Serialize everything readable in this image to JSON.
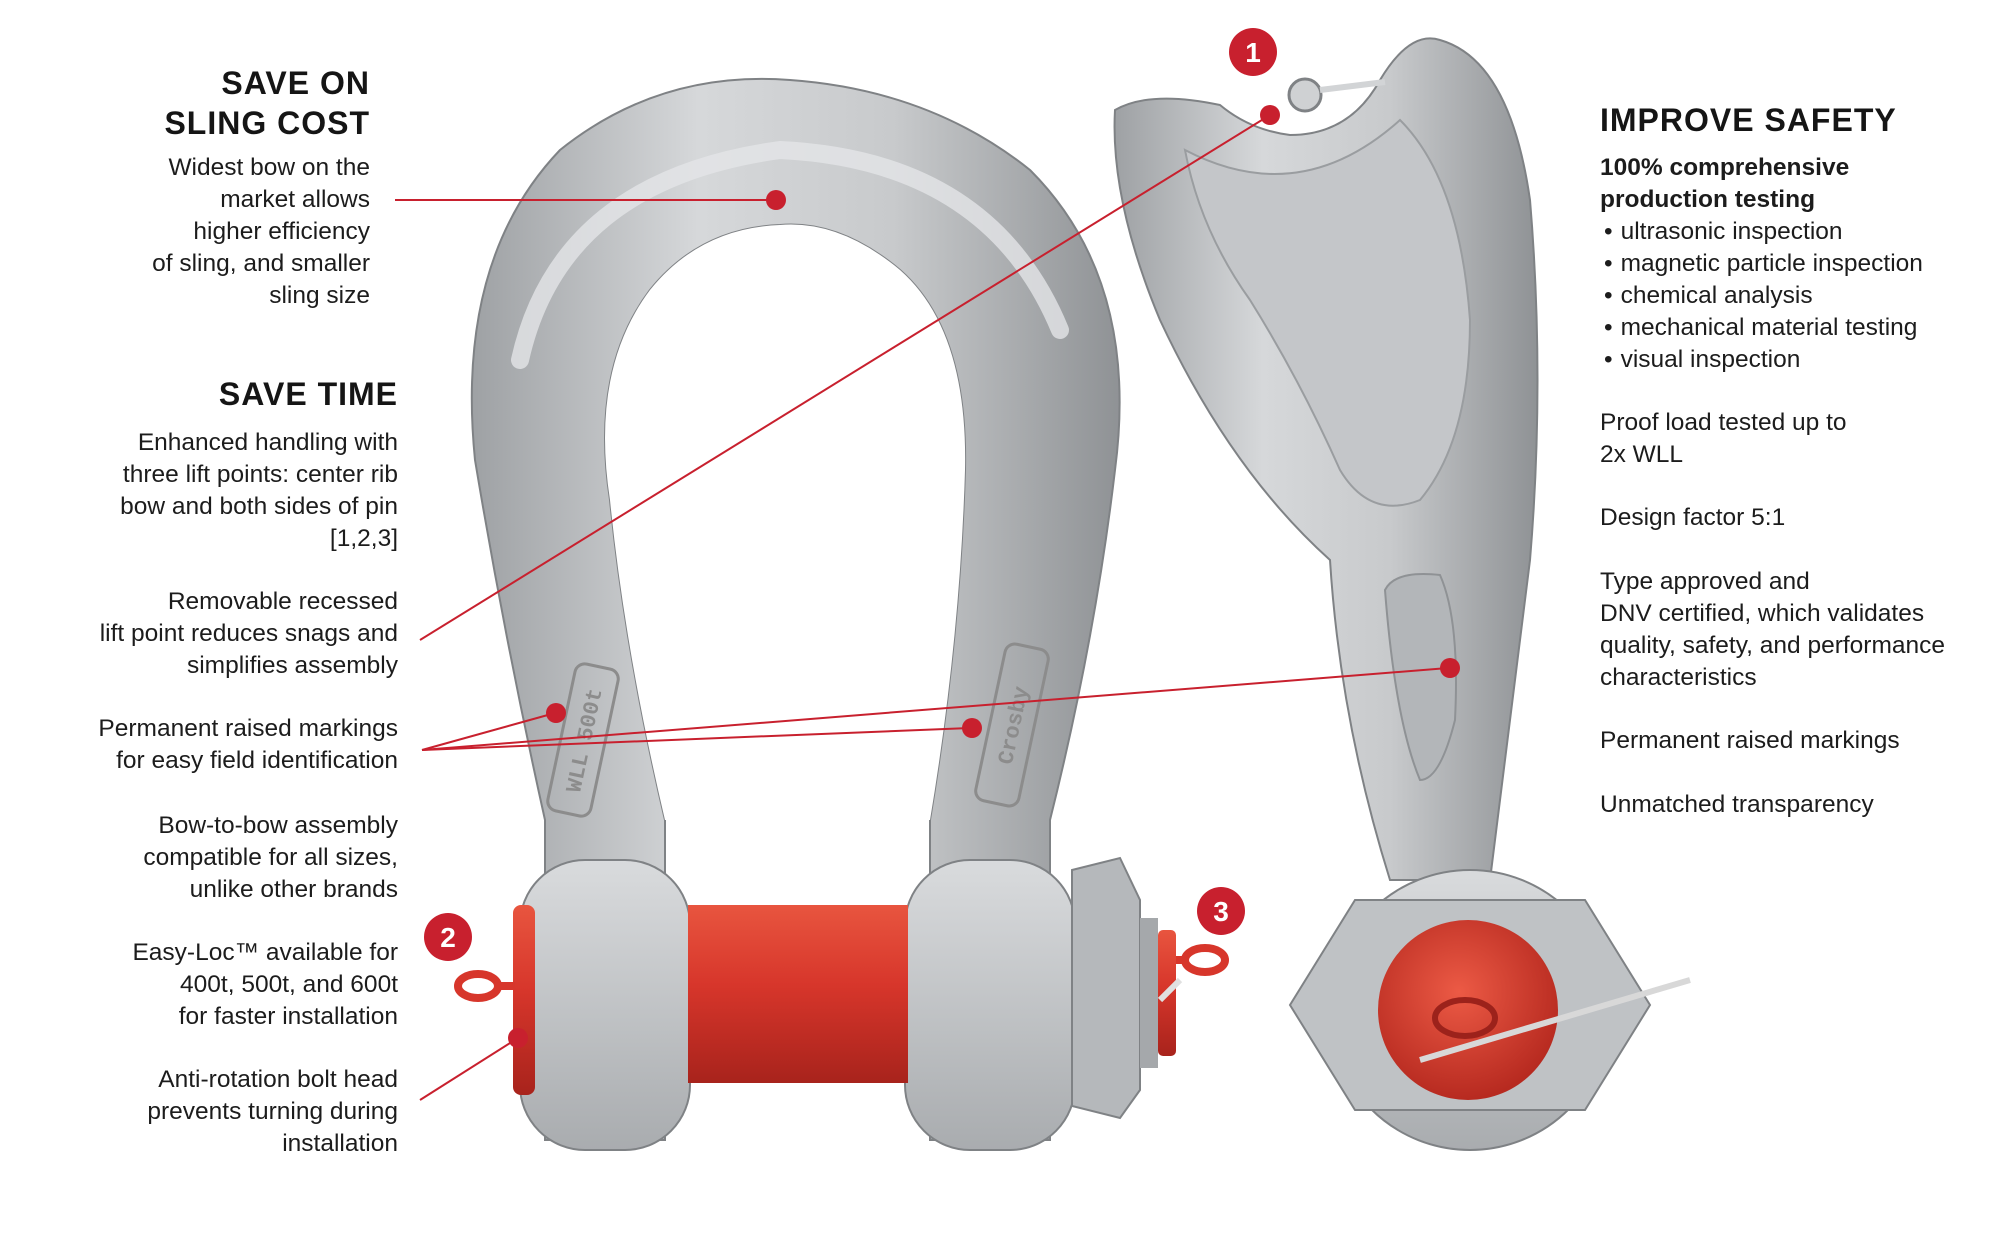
{
  "left_column": {
    "save_sling": {
      "heading_lines": [
        "SAVE ON",
        "SLING COST"
      ],
      "body_lines": [
        "Widest bow on the",
        "market allows",
        "higher efficiency",
        "of sling, and smaller",
        "sling size"
      ]
    },
    "save_time": {
      "heading": "SAVE TIME",
      "body_lines": [
        "Enhanced handling with",
        "three lift points: center rib",
        "bow and both sides of pin",
        "[1,2,3]"
      ]
    },
    "removable": {
      "body_lines": [
        "Removable recessed",
        "lift point reduces snags and",
        "simplifies assembly"
      ]
    },
    "markings": {
      "body_lines": [
        "Permanent raised markings",
        "for easy field identification"
      ]
    },
    "bow_to_bow": {
      "body_lines": [
        "Bow-to-bow assembly",
        "compatible for all sizes,",
        "unlike other brands"
      ]
    },
    "easy_loc": {
      "body_lines": [
        "Easy-Loc™ available for",
        "400t, 500t, and 600t",
        "for faster installation"
      ]
    },
    "anti_rotation": {
      "body_lines": [
        "Anti-rotation bolt head",
        "prevents turning during",
        "installation"
      ]
    }
  },
  "right_column": {
    "heading": "IMPROVE SAFETY",
    "strong_lines": [
      "100% comprehensive",
      "production testing"
    ],
    "bullets": [
      "ultrasonic inspection",
      "magnetic particle inspection",
      "chemical analysis",
      "mechanical material testing",
      "visual inspection"
    ],
    "proof_lines": [
      "Proof load tested up to",
      "2x WLL"
    ],
    "design_lines": [
      "Design factor 5:1"
    ],
    "type_lines": [
      "Type approved and",
      "DNV certified, which validates",
      "quality, safety, and performance",
      "characteristics"
    ],
    "perm_lines": [
      "Permanent raised markings"
    ],
    "unmatched_lines": [
      "Unmatched transparency"
    ]
  },
  "badges": [
    "1",
    "2",
    "3"
  ],
  "shackle_markings": {
    "wll": "WLL 500t",
    "brand": "Crosby"
  },
  "colors": {
    "accent": "#c8202e",
    "steel": "#c9cbcd",
    "pin": "#d7362b",
    "text": "#1a1a1a"
  }
}
